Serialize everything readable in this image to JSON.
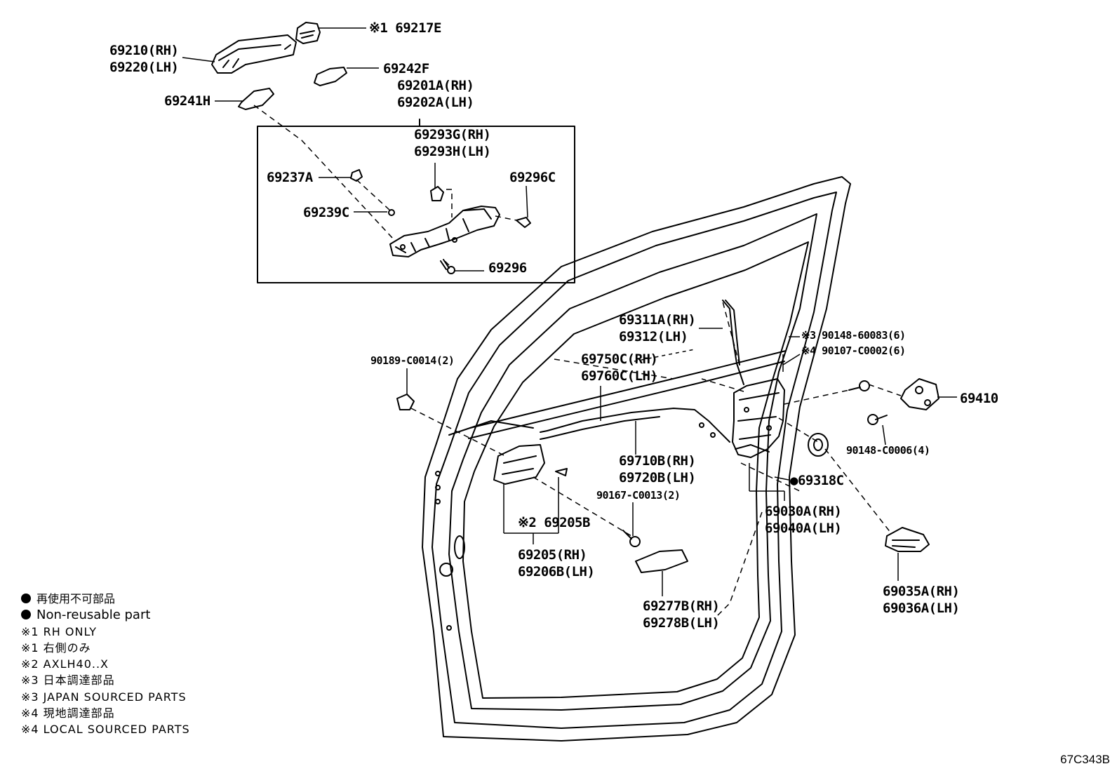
{
  "diagram_code": "67C343B",
  "labels": {
    "p69217E": "※1 69217E",
    "p69210": "69210(RH)",
    "p69220": "69220(LH)",
    "p69242F": "69242F",
    "p69201A": "69201A(RH)",
    "p69202A": "69202A(LH)",
    "p69241H": "69241H",
    "p69293G": "69293G(RH)",
    "p69293H": "69293H(LH)",
    "p69237A": "69237A",
    "p69296C": "69296C",
    "p69239C": "69239C",
    "p69296": "69296",
    "p69311A": "69311A(RH)",
    "p69312": "69312(LH)",
    "p9014860083": "※3 90148-60083(6)",
    "p90107C0002": "※4 90107-C0002(6)",
    "p90189C0014": "90189-C0014(2)",
    "p69750C": "69750C(RH)",
    "p69760C": "69760C(LH)",
    "p69410": "69410",
    "p90148C0006": "90148-C0006(4)",
    "p69710B": "69710B(RH)",
    "p69720B": "69720B(LH)",
    "p69318C": "●69318C",
    "p90167C0013": "90167-C0013(2)",
    "p69030A": "69030A(RH)",
    "p69040A": "69040A(LH)",
    "p69205B": "※2 69205B",
    "p69205": "69205(RH)",
    "p69206B": "69206B(LH)",
    "p69035A": "69035A(RH)",
    "p69036A": "69036A(LH)",
    "p69277B": "69277B(RH)",
    "p69278B": "69278B(LH)"
  },
  "legend": {
    "non_reusable_jp": "再使用不可部品",
    "non_reusable_en": "Non-reusable part",
    "rh_only_en": "※1 RH ONLY",
    "rh_only_jp": "※1 右側のみ",
    "note2": "※2 AXLH40..X",
    "japan_sourced_jp": "※3 日本調達部品",
    "japan_sourced_en": "※3 JAPAN SOURCED PARTS",
    "local_sourced_jp": "※4 現地調達部品",
    "local_sourced_en": "※4 LOCAL SOURCED PARTS"
  }
}
